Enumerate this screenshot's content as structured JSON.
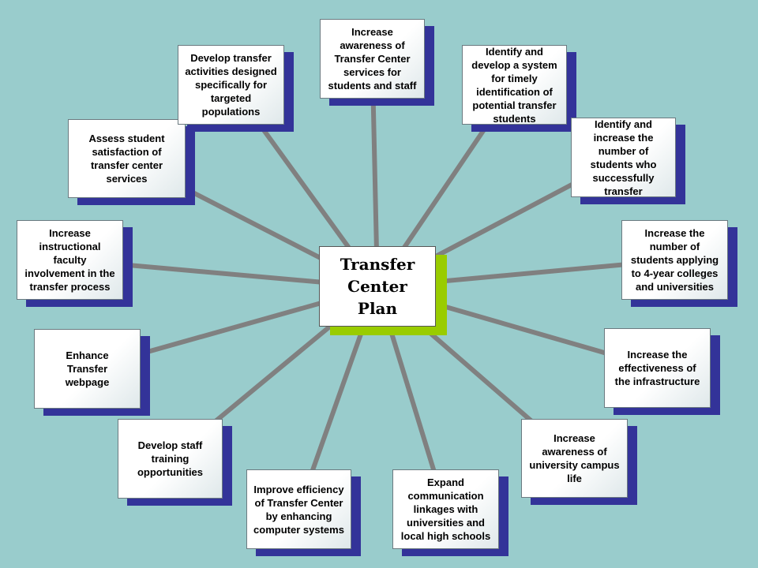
{
  "center": {
    "label_lines": [
      "Transfer",
      "Center",
      "Plan"
    ]
  },
  "colors": {
    "background": "#99cccc",
    "spoke": "#808080",
    "box_shadow": "#333399",
    "center_shadow": "#99cc00"
  },
  "goals": [
    {
      "id": "awareness-services",
      "lines": [
        "Increase",
        "awareness of",
        "Transfer Center",
        "services for",
        "students and staff"
      ]
    },
    {
      "id": "timely-identification",
      "lines": [
        "Identify and",
        "develop a system",
        "for timely",
        "identification of",
        "potential transfer",
        "students"
      ]
    },
    {
      "id": "successful-transfer",
      "lines": [
        "Identify and",
        "increase the",
        "number of",
        "students who",
        "successfully",
        "transfer"
      ]
    },
    {
      "id": "students-applying",
      "lines": [
        "Increase the",
        "number of",
        "students applying",
        "to 4-year colleges",
        "and universities"
      ]
    },
    {
      "id": "infrastructure",
      "lines": [
        "Increase the",
        "effectiveness of",
        "the infrastructure"
      ]
    },
    {
      "id": "campus-life",
      "lines": [
        "Increase",
        "awareness of",
        "university campus",
        "life"
      ]
    },
    {
      "id": "communication-linkages",
      "lines": [
        "Expand",
        "communication",
        "linkages with",
        "universities and",
        "local high schools"
      ]
    },
    {
      "id": "computer-systems",
      "lines": [
        "Improve efficiency",
        "of Transfer Center",
        "by enhancing",
        "computer systems"
      ]
    },
    {
      "id": "staff-training",
      "lines": [
        "Develop staff",
        "training",
        "opportunities"
      ]
    },
    {
      "id": "webpage",
      "lines": [
        "Enhance",
        "Transfer",
        "webpage"
      ]
    },
    {
      "id": "faculty-involvement",
      "lines": [
        "Increase",
        "instructional",
        "faculty",
        "involvement in the",
        "transfer process"
      ]
    },
    {
      "id": "student-satisfaction",
      "lines": [
        "Assess student",
        "satisfaction of",
        "transfer center",
        "services"
      ]
    },
    {
      "id": "targeted-populations",
      "lines": [
        "Develop transfer",
        "activities designed",
        "specifically for",
        "targeted",
        "populations"
      ]
    }
  ]
}
